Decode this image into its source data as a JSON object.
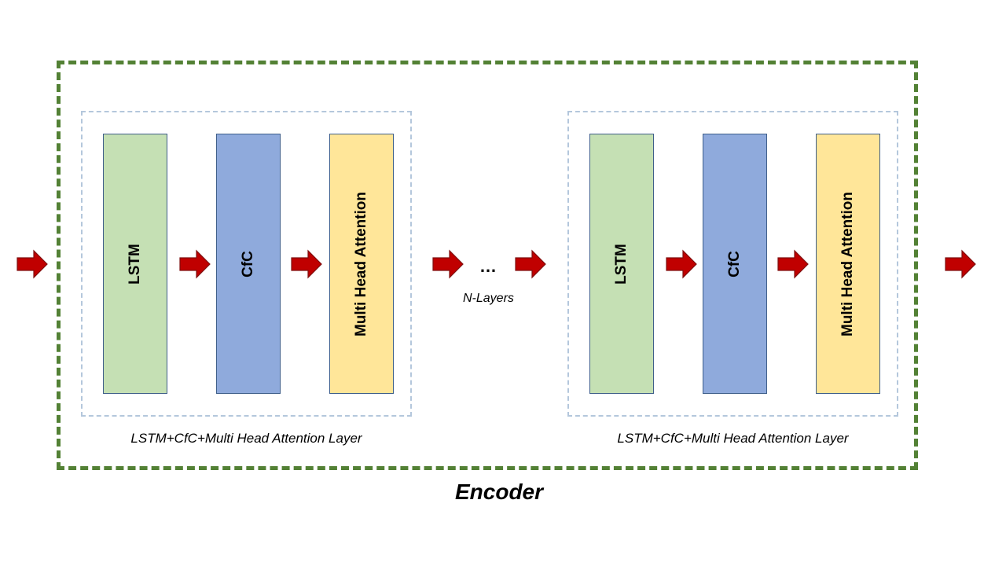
{
  "encoder": {
    "title": "Encoder"
  },
  "layers": [
    {
      "caption": "LSTM+CfC+Multi Head Attention Layer",
      "blocks": {
        "lstm": "LSTM",
        "cfc": "CfC",
        "mha": "Multi Head Attention"
      }
    },
    {
      "caption": "LSTM+CfC+Multi Head Attention Layer",
      "blocks": {
        "lstm": "LSTM",
        "cfc": "CfC",
        "mha": "Multi Head Attention"
      }
    }
  ],
  "middle": {
    "ellipsis": "…",
    "label": "N-Layers"
  },
  "colors": {
    "encoder_border": "#538135",
    "layer_border": "#b4c7dc",
    "lstm": "#c5e0b4",
    "cfc": "#8faadc",
    "mha": "#ffe699",
    "arrow": "#c00000"
  }
}
